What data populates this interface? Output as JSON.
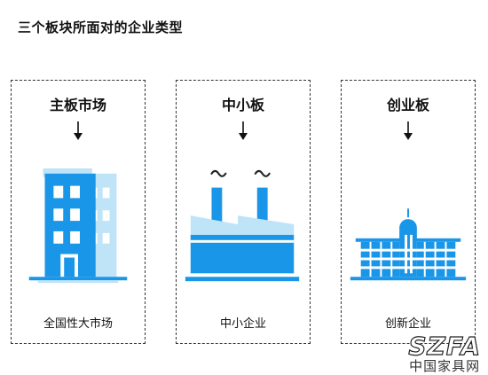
{
  "title": "三个板块所面对的企业类型",
  "colors": {
    "primary_blue": "#1a96e8",
    "light_blue": "#bfe3f7",
    "arrow": "#111111"
  },
  "boards": [
    {
      "heading": "主板市场",
      "caption": "全国性大市场",
      "icon": "office-building-icon"
    },
    {
      "heading": "中小板",
      "caption": "中小企业",
      "icon": "factory-icon"
    },
    {
      "heading": "创业板",
      "caption": "创新企业",
      "icon": "campus-building-icon"
    }
  ],
  "watermark": {
    "logo": "SZFA",
    "text": "中国家具网"
  }
}
